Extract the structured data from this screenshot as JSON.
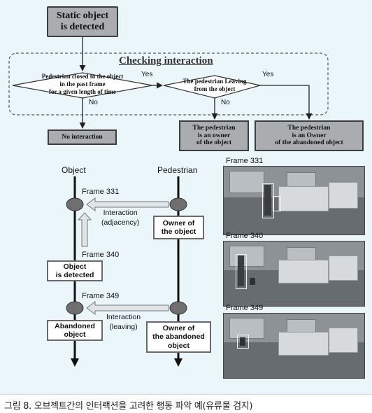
{
  "flowchart": {
    "start": "Static object\nis detected",
    "group_title": "Checking interaction",
    "decision1": "Pedestrian closed to the object\nin the past frame\nfor a given length of time",
    "decision1_yes": "Yes",
    "decision1_no": "No",
    "decision2": "The pedestrian Leaving\nfrom the object",
    "decision2_yes": "Yes",
    "decision2_no": "No",
    "result_no_interaction": "No interaction",
    "result_owner": "The pedestrian\nis an owner\nof the object",
    "result_abandoned_owner": "The pedestrian\nis an Owner\nof the abandoned object"
  },
  "timeline": {
    "object_header": "Object",
    "pedestrian_header": "Pedestrian",
    "frame_331": "Frame 331",
    "frame_340": "Frame 340",
    "frame_349": "Frame 349",
    "interaction_adjacency": "Interaction\n(adjacency)",
    "interaction_leaving": "Interaction\n(leaving)",
    "owner_of_object": "Owner of\nthe object",
    "object_detected": "Object\nis detected",
    "abandoned_object": "Abandoned\nobject",
    "owner_abandoned": "Owner of\nthe abandoned\nobject"
  },
  "photos": {
    "frame_331": "Frame  331",
    "frame_340": "Frame  340",
    "frame_349": "Frame  349"
  },
  "caption": "그림 8. 오브젝트간의 인터랙션을 고려한 행동 파악 예(유류물 검지)"
}
